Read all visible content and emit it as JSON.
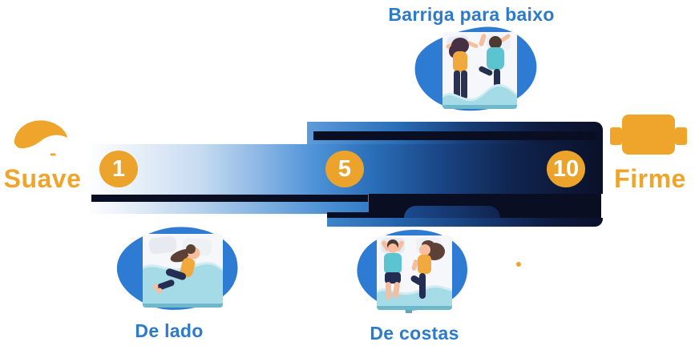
{
  "scale": {
    "min_label": "1",
    "mid_label": "5",
    "max_label": "10",
    "left_label": "Suave",
    "right_label": "Firme",
    "min": 1,
    "mid": 5,
    "max": 10
  },
  "positions": {
    "stomach": {
      "label": "Barriga para baixo",
      "range_on_scale": [
        4.5,
        10
      ]
    },
    "side": {
      "label": "De lado",
      "range_on_scale": [
        1,
        6
      ]
    },
    "back": {
      "label": "De costas",
      "range_on_scale": [
        4.5,
        10
      ]
    }
  },
  "icons": {
    "left": "feather-icon",
    "right": "weight-icon"
  },
  "colors": {
    "orange": "#EFA42B",
    "circle_orange": "#EBA32C",
    "blue_text": "#2C7BCB",
    "blob": "#2E7BD3",
    "navy_line": "#0A0E23"
  }
}
